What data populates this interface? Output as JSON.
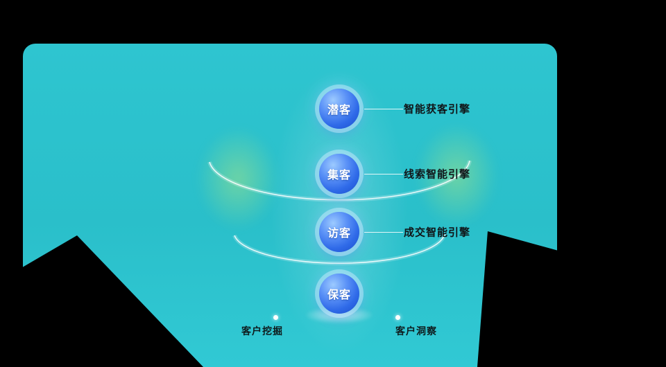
{
  "page": {
    "background_color": "#000000",
    "panel_color": "#2bc2cd",
    "sphere_color": "#2f6ae8",
    "accent_glow_color": "#bee878"
  },
  "funnel": {
    "nodes": [
      {
        "id": "potential-customers",
        "label": "潜客",
        "engine": "智能获客引擎"
      },
      {
        "id": "gathered-customers",
        "label": "集客",
        "engine": "线索智能引擎"
      },
      {
        "id": "visitor-customers",
        "label": "访客",
        "engine": "成交智能引擎"
      },
      {
        "id": "retained-customers",
        "label": "保客",
        "engine": ""
      }
    ],
    "bottom_items": [
      {
        "id": "customer-mining",
        "label": "客户挖掘"
      },
      {
        "id": "customer-insight",
        "label": "客户洞察"
      }
    ]
  }
}
